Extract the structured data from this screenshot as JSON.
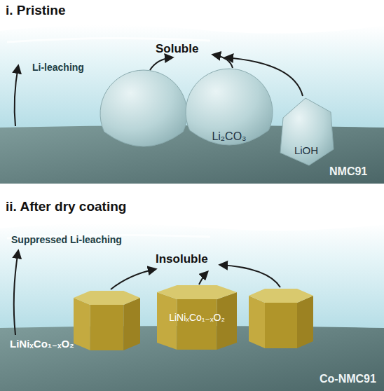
{
  "diagram": {
    "nodes": [
      {
        "text": [
          "Li₂CO₃"
        ]
      },
      {
        "text": [
          "LiOH"
        ]
      },
      {
        "text": [
          "LiNiₓCo₁₋ₓO₂"
        ]
      }
    ],
    "labels": [
      "i. Pristine",
      "Li-leaching",
      "Soluble",
      "NMC91",
      "ii. After dry coating",
      "Suppressed Li-leaching",
      "Insoluble",
      "LiNiₓCo₁₋ₓO₂",
      "Co-NMC91"
    ]
  }
}
